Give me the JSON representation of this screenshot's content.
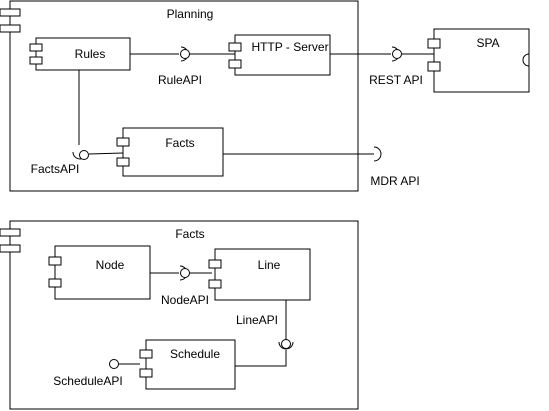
{
  "planning": {
    "title": "Planning"
  },
  "facts_package": {
    "title": "Facts"
  },
  "components": {
    "rules": "Rules",
    "http_server": "HTTP - Server",
    "spa": "SPA",
    "facts": "Facts",
    "node": "Node",
    "line": "Line",
    "schedule": "Schedule"
  },
  "interfaces": {
    "rule_api": "RuleAPI",
    "rest_api": "REST API",
    "facts_api": "FactsAPI",
    "mdr_api": "MDR API",
    "node_api": "NodeAPI",
    "line_api": "LineAPI",
    "schedule_api": "ScheduleAPI"
  }
}
